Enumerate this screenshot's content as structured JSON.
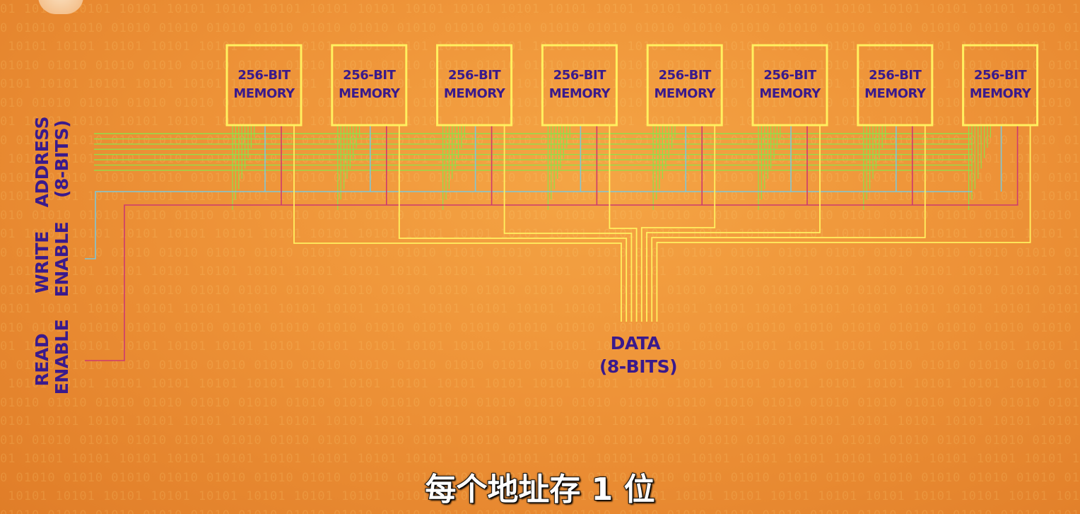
{
  "memory_label_line1": "256-BIT",
  "memory_label_line2": "MEMORY",
  "memory_count": 8,
  "address_label": [
    "ADDRESS",
    "(8-BITS)"
  ],
  "write_label": [
    "WRITE",
    "ENABLE"
  ],
  "read_label": [
    "READ",
    "ENABLE"
  ],
  "data_label": [
    "DATA",
    "(8-BITS)"
  ],
  "subtitle": "每个地址存 1 位",
  "colors": {
    "background": "#ee9338",
    "memory_box": "#fff060",
    "address_lines": "#8fe04a",
    "write_enable_line": "#7fc7d6",
    "read_enable_line": "#cc3a6e",
    "data_lines": "#fff060",
    "label_text": "#3a1a8c"
  }
}
